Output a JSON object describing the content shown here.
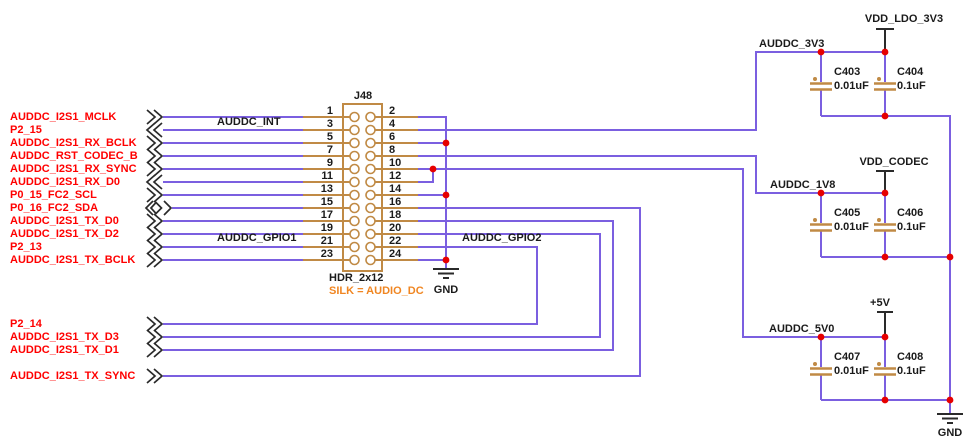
{
  "title": "AUDIO_DC header schematic",
  "colors": {
    "wire": "#7b5fe0",
    "part": "#c08a45",
    "junction": "#e60000",
    "label-red": "#ff0000",
    "text-dark": "#1a1a1a",
    "silk-orange": "#f08622",
    "bg": "#ffffff"
  },
  "connector": {
    "designator": "J48",
    "footprint": "HDR_2x12",
    "silk_note": "SILK = AUDIO_DC",
    "pins_left": [
      "1",
      "3",
      "5",
      "7",
      "9",
      "11",
      "13",
      "15",
      "17",
      "19",
      "21",
      "23"
    ],
    "pins_right": [
      "2",
      "4",
      "6",
      "8",
      "10",
      "12",
      "14",
      "16",
      "18",
      "20",
      "22",
      "24"
    ]
  },
  "left_signals": [
    {
      "label": "AUDDC_I2S1_MCLK",
      "direction": "out"
    },
    {
      "label": "P2_15",
      "direction": "in"
    },
    {
      "label": "AUDDC_I2S1_RX_BCLK",
      "direction": "out"
    },
    {
      "label": "AUDDC_RST_CODEC_B",
      "direction": "out"
    },
    {
      "label": "AUDDC_I2S1_RX_SYNC",
      "direction": "out"
    },
    {
      "label": "AUDDC_I2S1_RX_D0",
      "direction": "in"
    },
    {
      "label": "P0_15_FC2_SCL",
      "direction": "out"
    },
    {
      "label": "P0_16_FC2_SDA",
      "direction": "bidirectional"
    },
    {
      "label": "AUDDC_I2S1_TX_D0",
      "direction": "out"
    },
    {
      "label": "AUDDC_I2S1_TX_D2",
      "direction": "out"
    },
    {
      "label": "P2_13",
      "direction": "out"
    },
    {
      "label": "AUDDC_I2S1_TX_BCLK",
      "direction": "out"
    },
    {
      "label": "P2_14",
      "direction": "out"
    },
    {
      "label": "AUDDC_I2S1_TX_D3",
      "direction": "out"
    },
    {
      "label": "AUDDC_I2S1_TX_D1",
      "direction": "out"
    },
    {
      "label": "AUDDC_I2S1_TX_SYNC",
      "direction": "out"
    }
  ],
  "net_labels": {
    "int": "AUDDC_INT",
    "gpio1": "AUDDC_GPIO1",
    "gpio2": "AUDDC_GPIO2",
    "rail_3v3": "AUDDC_3V3",
    "rail_1v8": "AUDDC_1V8",
    "rail_5v0": "AUDDC_5V0"
  },
  "power_ports": {
    "ldo_3v3": "VDD_LDO_3V3",
    "codec": "VDD_CODEC",
    "p5v": "+5V",
    "gnd_mid": "GND",
    "gnd_right": "GND"
  },
  "capacitors": [
    {
      "ref": "C403",
      "value": "0.01uF"
    },
    {
      "ref": "C404",
      "value": "0.1uF"
    },
    {
      "ref": "C405",
      "value": "0.01uF"
    },
    {
      "ref": "C406",
      "value": "0.1uF"
    },
    {
      "ref": "C407",
      "value": "0.01uF"
    },
    {
      "ref": "C408",
      "value": "0.1uF"
    }
  ]
}
